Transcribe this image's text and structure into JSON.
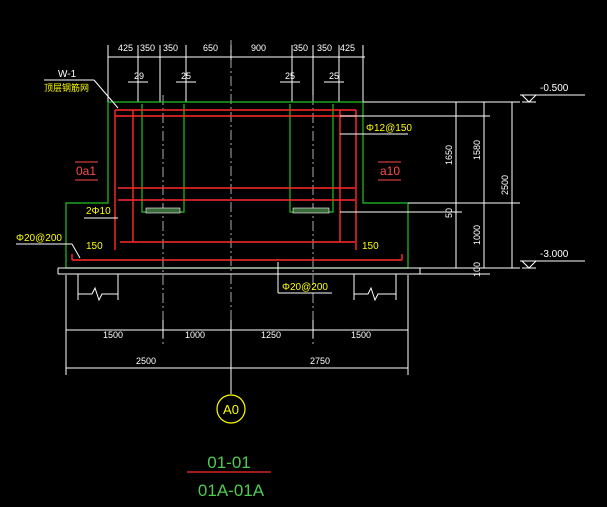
{
  "top_dims": [
    "425",
    "350",
    "350",
    "650",
    "900",
    "350",
    "350",
    "425"
  ],
  "stirrup_gaps": [
    "29",
    "25",
    "25",
    "25"
  ],
  "bottom_dims_row1": [
    "1500",
    "1000",
    "1250",
    "1500"
  ],
  "bottom_dims_row2": [
    "2500",
    "2750"
  ],
  "right_dims": {
    "inner_1650": "1650",
    "inner_1580": "1580",
    "inner_50": "50",
    "outer_2500": "2500",
    "lower_1000": "1000",
    "lower_100": "100"
  },
  "elevations": {
    "top": "-0.500",
    "bottom": "-3.000"
  },
  "labels": {
    "w1": "W-1",
    "w1_sub": "顶层钢筋网",
    "left_tag": "0a1",
    "right_tag": "a10",
    "rebar_top": "Φ12@150",
    "rebar_2phi": "2Φ10",
    "rebar_phi20_left": "Φ20@200",
    "rebar_150_left": "150",
    "rebar_150_right": "150",
    "rebar_phi20_bottom": "Φ20@200"
  },
  "axis_marker": "A0",
  "section_title": "01-01",
  "section_subtitle": "01A-01A",
  "colors": {
    "background": "#000000",
    "outline_green": "#22c222",
    "rebar_red": "#ff2a2a",
    "text_yellow": "#ffff00",
    "dimension_white": "#ffffff"
  }
}
